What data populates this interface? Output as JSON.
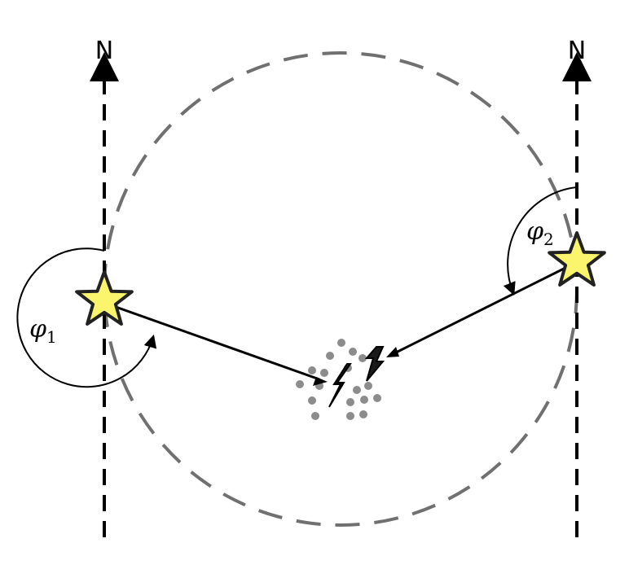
{
  "diagram": {
    "north_left": "N",
    "north_right": "N",
    "angle_1": {
      "symbol": "φ",
      "subscript": "1"
    },
    "angle_2": {
      "symbol": "φ",
      "subscript": "2"
    }
  },
  "colors": {
    "star_fill": "#fbf56e",
    "star_stroke": "#222222",
    "circle_stroke": "#707070",
    "dots": "#8c8c8c",
    "lines": "#000000"
  },
  "icons": {
    "star": "star-icon",
    "lightning": "lightning-bolt-icon",
    "arrowhead": "arrowhead-icon"
  }
}
